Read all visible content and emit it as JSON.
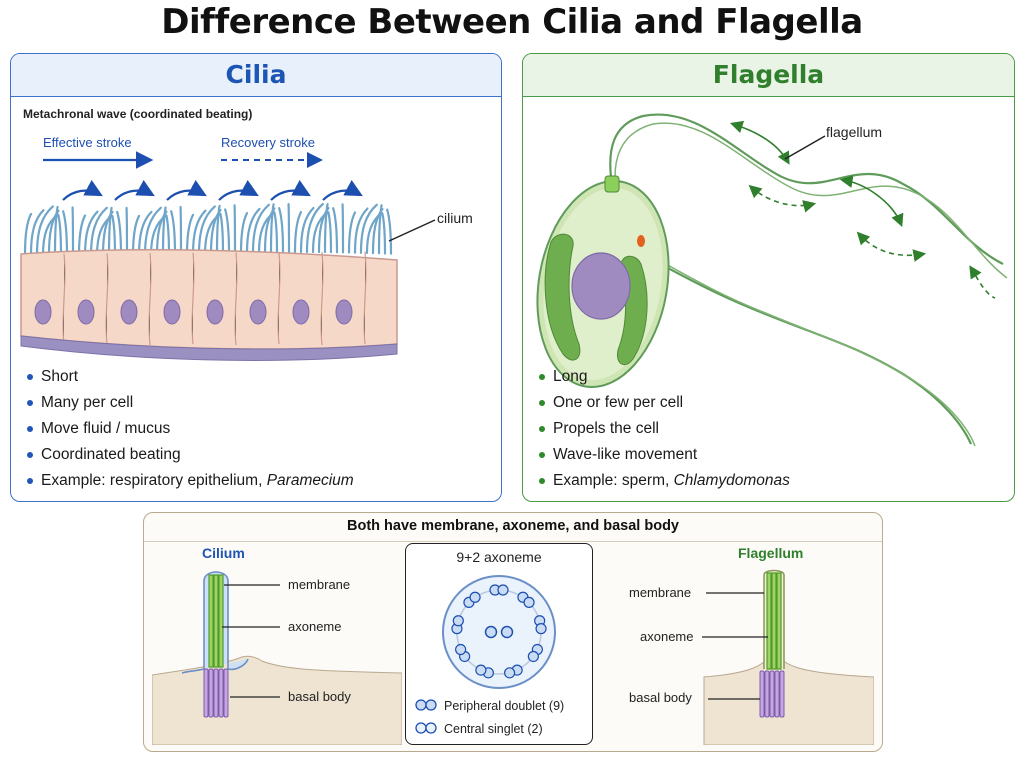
{
  "title": "Difference Between Cilia and Flagella",
  "cilia": {
    "heading": "Cilia",
    "wave_label": "Metachronal wave (coordinated beating)",
    "effective_stroke": "Effective stroke",
    "recovery_stroke": "Recovery stroke",
    "callout": "cilium",
    "bullets": [
      "Short",
      "Many per cell",
      "Move fluid / mucus",
      "Coordinated beating"
    ],
    "example_prefix": "Example: respiratory epithelium, ",
    "example_italic": "Paramecium"
  },
  "flagella": {
    "heading": "Flagella",
    "callout": "flagellum",
    "bullets": [
      "Long",
      "One or few per cell",
      "Propels the cell",
      "Wave-like movement"
    ],
    "example_prefix": "Example: sperm, ",
    "example_italic": "Chlamydomonas"
  },
  "comparison": {
    "title": "Both have membrane, axoneme, and basal body",
    "cilium_title": "Cilium",
    "flagellum_title": "Flagellum",
    "labels": {
      "membrane": "membrane",
      "axoneme": "axoneme",
      "basal_body": "basal body"
    },
    "axoneme_box": {
      "title": "9+2 axoneme",
      "legend_peripheral": "Peripheral doublet (9)",
      "legend_central": "Central singlet (2)"
    }
  },
  "colors": {
    "cilia_accent": "#1d55b5",
    "flagella_accent": "#2f7f2c",
    "cilia_fill": "#8bbad6",
    "cell_fill": "#f6d8c9",
    "nucleus_fill": "#a08bc1",
    "axoneme_green": "#8fcf52",
    "basal_body_purple": "#c6a6e0"
  }
}
